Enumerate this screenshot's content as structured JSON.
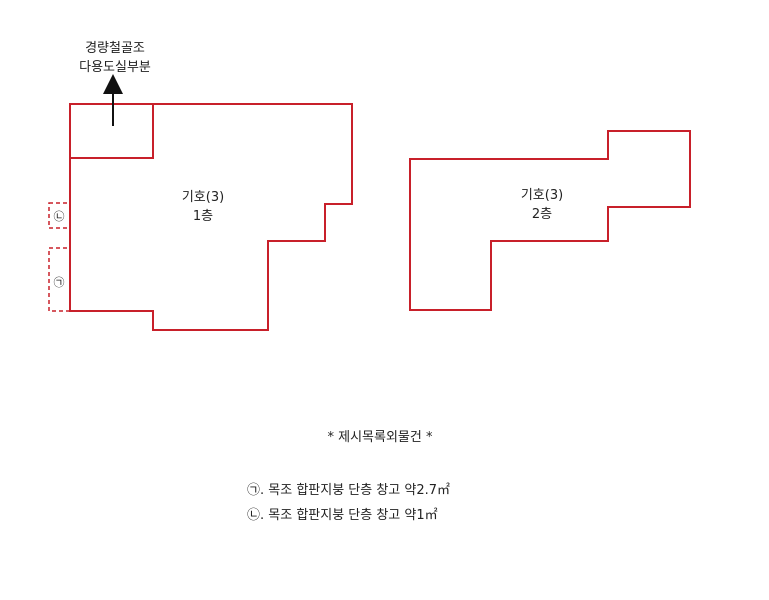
{
  "annex_label_line1": "경량철골조",
  "annex_label_line2": "다용도실부분",
  "building1": {
    "label": "기호(3)",
    "floor": "1층"
  },
  "building2": {
    "label": "기호(3)",
    "floor": "2층"
  },
  "marker_a": "㉠",
  "marker_b": "㉡",
  "notes": {
    "title": "* 제시목록외물건 *",
    "item_a": "㉠. 목조 합판지붕 단층 창고 약2.7㎡",
    "item_b": "㉡. 목조 합판지붕 단층 창고 약1㎡"
  },
  "colors": {
    "outline": "#c8202a",
    "text": "#222222"
  }
}
